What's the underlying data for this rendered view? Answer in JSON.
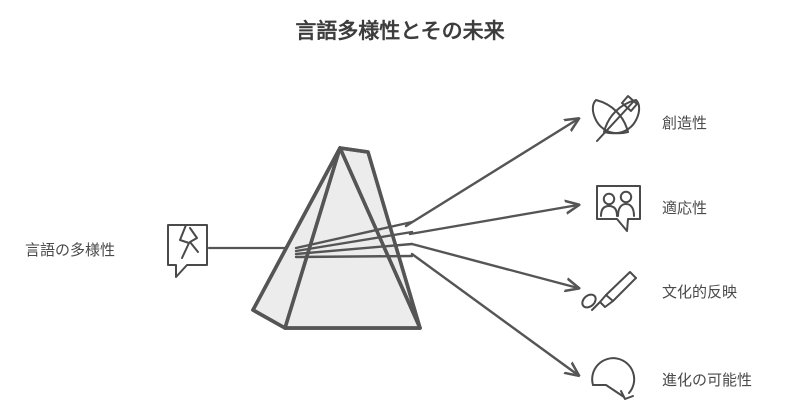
{
  "page": {
    "title": "言語多様性とその未来",
    "background_color": "#ffffff",
    "accent_color": "#555555",
    "text_color": "#3d3d3d",
    "prism_fill_color": "#ececec"
  },
  "source": {
    "label": "言語の多様性",
    "icon": "cracked-speech-bubble-icon"
  },
  "prism": {
    "name": "prism-shape",
    "description": "triangular-prism"
  },
  "outputs": [
    {
      "label": "創造性",
      "icon": "pen-creativity-icon"
    },
    {
      "label": "適応性",
      "icon": "people-speech-bubble-icon"
    },
    {
      "label": "文化的反映",
      "icon": "paintbrush-icon"
    },
    {
      "label": "進化の可能性",
      "icon": "circular-arrow-icon"
    }
  ]
}
